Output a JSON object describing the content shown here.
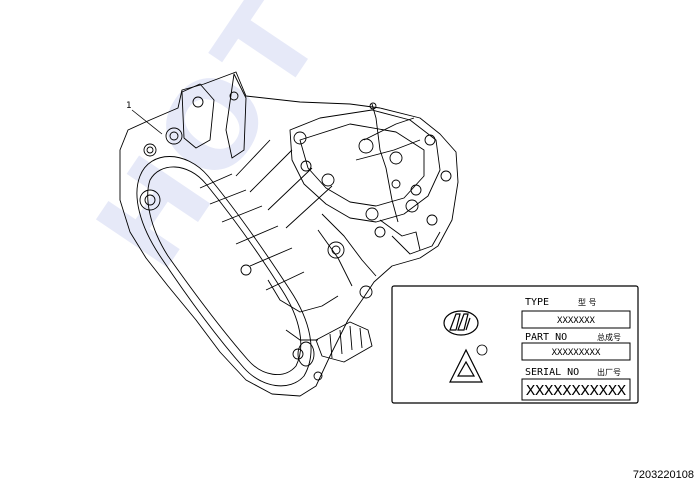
{
  "watermark": {
    "text": "HOT PARTS"
  },
  "callout": {
    "label": "1"
  },
  "nameplate": {
    "type_label": "TYPE",
    "type_cn": "型  号",
    "type_value": "XXXXXXX",
    "part_label": "PART NO",
    "part_cn": "总成号",
    "part_value": "XXXXXXXXX",
    "serial_label": "SERIAL  NO",
    "serial_cn": "出厂号",
    "serial_value": "XXXXXXXXXXX"
  },
  "drawing_number": "7203220108",
  "colors": {
    "line": "#000000",
    "watermark": "#e6e9f8",
    "background": "#ffffff"
  }
}
